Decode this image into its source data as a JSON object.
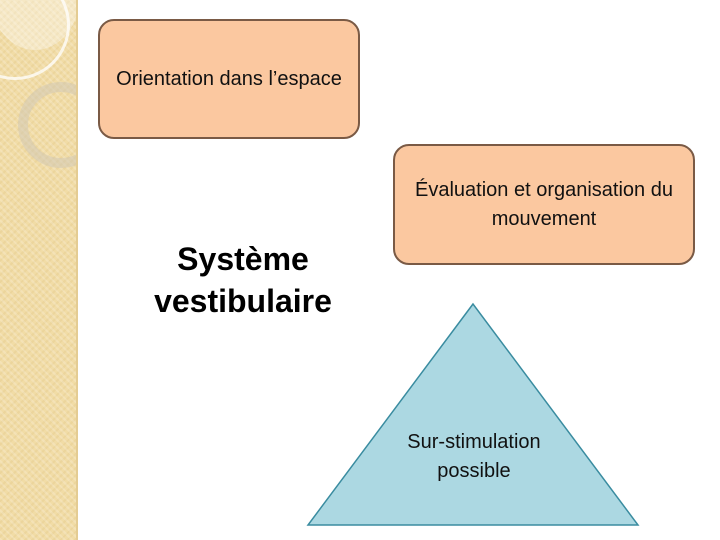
{
  "colors": {
    "box_fill": "#fbc8a0",
    "box_border": "#7a5a45",
    "triangle_fill": "#acd8e2",
    "triangle_border": "#3a8ca0",
    "side_strip": "#f1dca6"
  },
  "diagram": {
    "title": "Système vestibulaire",
    "boxes": [
      {
        "label": "Orientation dans l’espace"
      },
      {
        "label": "Évaluation et organisation du mouvement"
      }
    ],
    "triangle": {
      "label": "Sur-stimulation possible"
    }
  }
}
